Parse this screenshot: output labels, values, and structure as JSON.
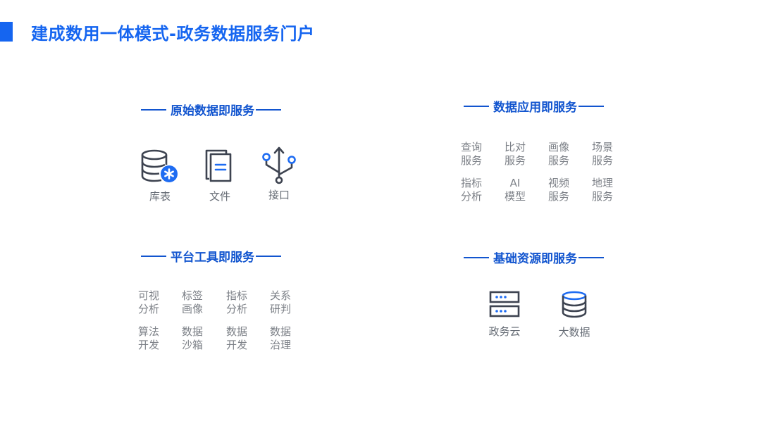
{
  "page_title": "建成数用一体模式-政务数据服务门户",
  "sections": {
    "raw_data": {
      "heading": "原始数据即服务",
      "items": [
        {
          "label": "库表",
          "icon": "database-icon"
        },
        {
          "label": "文件",
          "icon": "document-icon"
        },
        {
          "label": "接口",
          "icon": "usb-icon"
        }
      ]
    },
    "data_app": {
      "heading": "数据应用即服务",
      "rows": [
        [
          [
            "查询",
            "服务"
          ],
          [
            "比对",
            "服务"
          ],
          [
            "画像",
            "服务"
          ],
          [
            "场景",
            "服务"
          ]
        ],
        [
          [
            "指标",
            "分析"
          ],
          [
            "AI",
            "模型"
          ],
          [
            "视频",
            "服务"
          ],
          [
            "地理",
            "服务"
          ]
        ]
      ]
    },
    "platform_tools": {
      "heading": "平台工具即服务",
      "rows": [
        [
          [
            "可视",
            "分析"
          ],
          [
            "标签",
            "画像"
          ],
          [
            "指标",
            "分析"
          ],
          [
            "关系",
            "研判"
          ]
        ],
        [
          [
            "算法",
            "开发"
          ],
          [
            "数据",
            "沙箱"
          ],
          [
            "数据",
            "开发"
          ],
          [
            "数据",
            "治理"
          ]
        ]
      ]
    },
    "infrastructure": {
      "heading": "基础资源即服务",
      "items": [
        {
          "label": "政务云",
          "icon": "server-rack-icon"
        },
        {
          "label": "大数据",
          "icon": "data-stack-icon"
        }
      ]
    }
  },
  "colors": {
    "accent": "#1565f0",
    "heading": "#1255cf",
    "icon_stroke": "#3d4350",
    "icon_accent": "#1e6cf2",
    "text": "#7c8087"
  }
}
